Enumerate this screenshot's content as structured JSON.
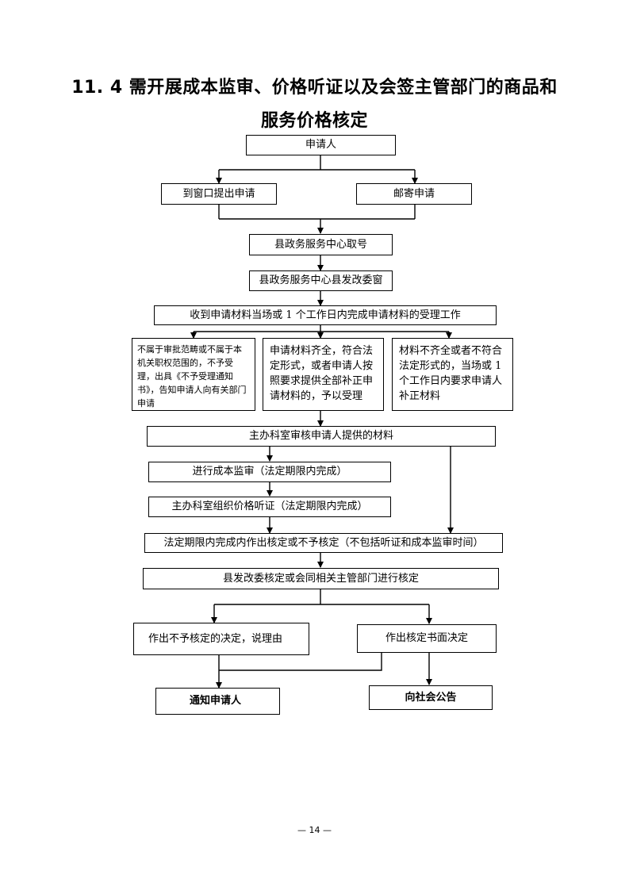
{
  "title_line1": "11. 4 需开展成本监审、价格听证以及会签主管部门的商品和",
  "title_line2": "服务价格核定",
  "nodes": {
    "applicant": "申请人",
    "window_apply": "到窗口提出申请",
    "mail_apply": "邮寄申请",
    "take_number": "县政务服务中心取号",
    "reform_window": "县政务服务中心县发改委窗",
    "receive_materials": "收到申请材料当场或 1 个工作日内完成申请材料的受理工作",
    "not_accepted": "不属于审批范畴或不属于本机关职权范围的，不予受理，出具《不予受理通知书》，告知申请人向有关部门申请",
    "accepted": "申请材料齐全，符合法定形式，或者申请人按照要求提供全部补正申请材料的，予以受理",
    "correction": "材料不齐全或者不符合法定形式的，当场或 1 个工作日内要求申请人补正材料",
    "review_materials": "主办科室审核申请人提供的材料",
    "cost_audit": "进行成本监审（法定期限内完成）",
    "price_hearing": "主办科室组织价格听证（法定期限内完成）",
    "decision_deadline": "法定期限内完成内作出核定或不予核定（不包括听证和成本监审时间）",
    "joint_verification": "县发改委核定或会同相关主管部门进行核定",
    "reject_decision": "作出不予核定的决定，说理由",
    "approve_decision": "作出核定书面决定",
    "notify_applicant": "通知申请人",
    "public_announce": "向社会公告"
  },
  "page_number": "— 14 —"
}
